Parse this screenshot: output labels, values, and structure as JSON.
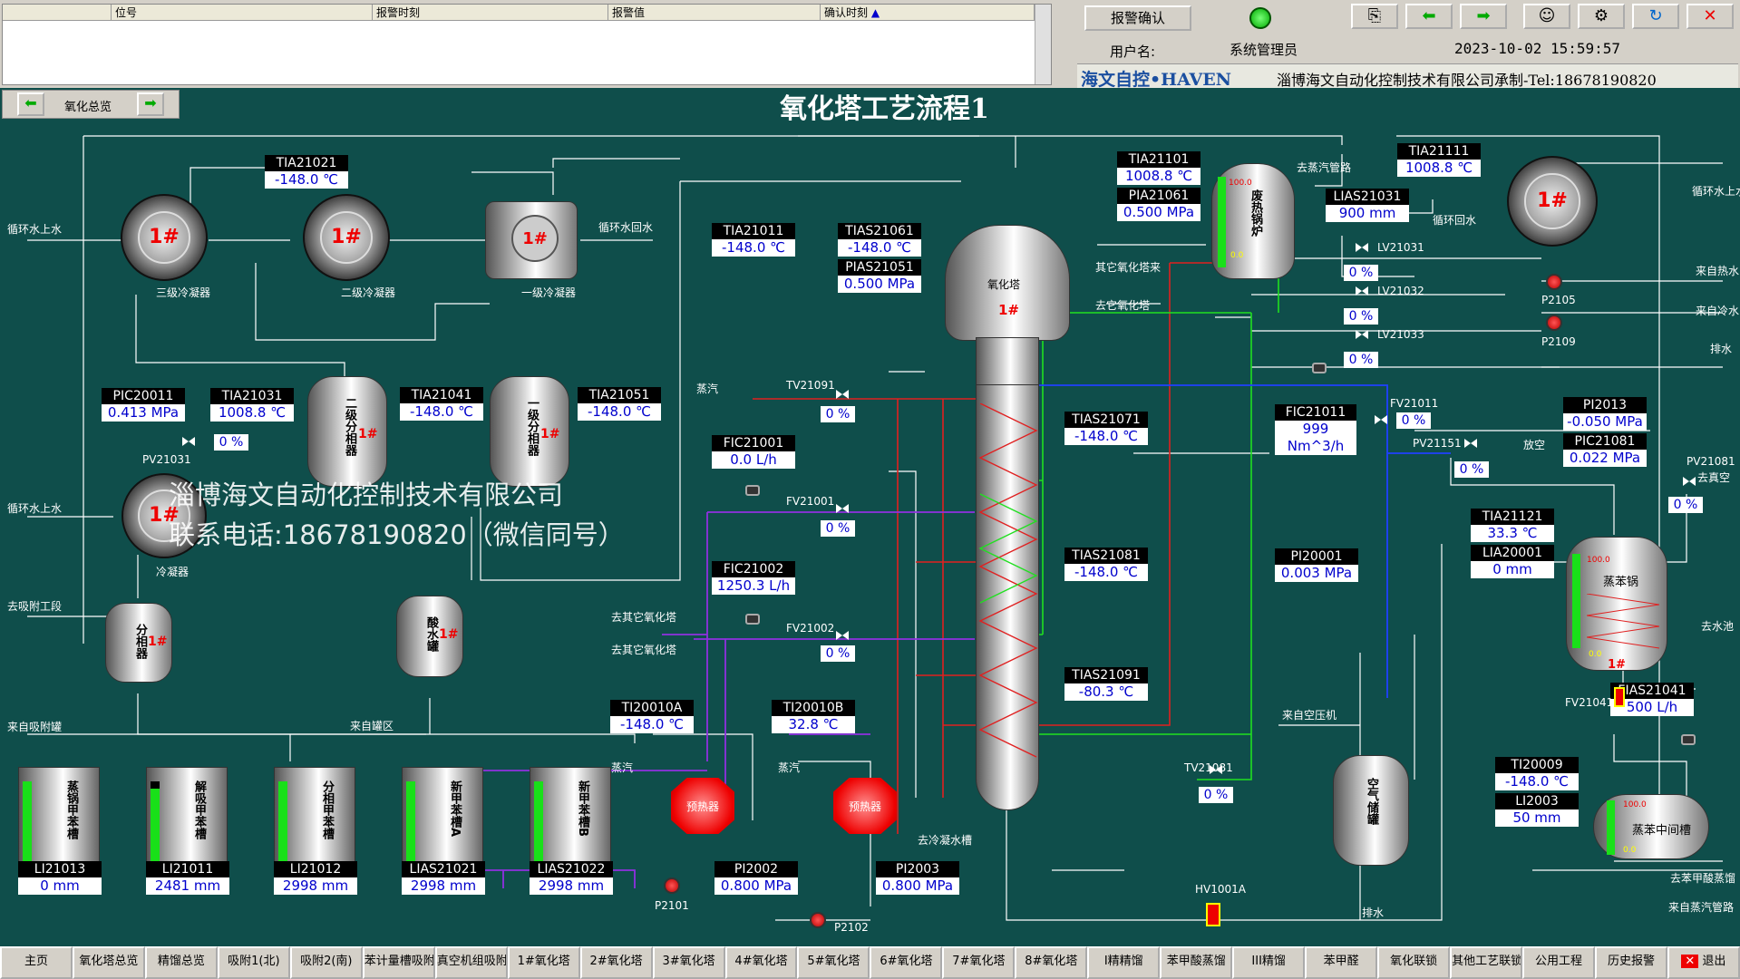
{
  "alarm": {
    "cols": [
      "位号",
      "报警时刻",
      "报警值",
      "确认时刻"
    ]
  },
  "panel": {
    "ack": "报警确认",
    "user_label": "用户名:",
    "user": "系统管理员",
    "datetime": "2023-10-02  15:59:57",
    "brand": "海文自控•HAVEN",
    "company": "淄博海文自动化控制技术有限公司承制-Tel:18678190820"
  },
  "nav": {
    "label": "氧化总览"
  },
  "title": "氧化塔工艺流程1",
  "watermark": {
    "line1": "淄博海文自动化控制技术有限公司",
    "line2": "联系电话:18678190820（微信同号）"
  },
  "tags": {
    "TIA21021": {
      "name": "TIA21021",
      "value": "-148.0 ℃"
    },
    "TIA21011": {
      "name": "TIA21011",
      "value": "-148.0 ℃"
    },
    "TIAS21061": {
      "name": "TIAS21061",
      "value": "-148.0 ℃"
    },
    "PIAS21051": {
      "name": "PIAS21051",
      "value": "0.500 MPa"
    },
    "TIA21101": {
      "name": "TIA21101",
      "value": "1008.8 ℃"
    },
    "PIA21061": {
      "name": "PIA21061",
      "value": "0.500 MPa"
    },
    "LIAS21031": {
      "name": "LIAS21031",
      "value": "900 mm"
    },
    "TIA21111": {
      "name": "TIA21111",
      "value": "1008.8 ℃"
    },
    "PIC20011": {
      "name": "PIC20011",
      "value": "0.413 MPa"
    },
    "TIA21031": {
      "name": "TIA21031",
      "value": "1008.8 ℃"
    },
    "TIA21041": {
      "name": "TIA21041",
      "value": "-148.0 ℃"
    },
    "TIA21051": {
      "name": "TIA21051",
      "value": "-148.0 ℃"
    },
    "FIC21001": {
      "name": "FIC21001",
      "value": "0.0 L/h"
    },
    "TIAS21071": {
      "name": "TIAS21071",
      "value": "-148.0 ℃"
    },
    "FIC21011": {
      "name": "FIC21011",
      "value": "999 Nm^3/h"
    },
    "PI2013": {
      "name": "PI2013",
      "value": "-0.050 MPa"
    },
    "PIC21081": {
      "name": "PIC21081",
      "value": "0.022 MPa"
    },
    "FIC21002": {
      "name": "FIC21002",
      "value": "1250.3 L/h"
    },
    "TIAS21081": {
      "name": "TIAS21081",
      "value": "-148.0 ℃"
    },
    "PI20001": {
      "name": "PI20001",
      "value": "0.003 MPa"
    },
    "TIA21121": {
      "name": "TIA21121",
      "value": "33.3 ℃"
    },
    "LIA20001": {
      "name": "LIA20001",
      "value": "0 mm"
    },
    "TIAS21091": {
      "name": "TIAS21091",
      "value": "-80.3 ℃"
    },
    "TI20010A": {
      "name": "TI20010A",
      "value": "-148.0 ℃"
    },
    "TI20010B": {
      "name": "TI20010B",
      "value": "32.8 ℃"
    },
    "FIAS21041": {
      "name": "FIAS21041",
      "value": "500 L/h"
    },
    "TI20009": {
      "name": "TI20009",
      "value": "-148.0 ℃"
    },
    "LI2003": {
      "name": "LI2003",
      "value": "50 mm"
    },
    "PI2002": {
      "name": "PI2002",
      "value": "0.800 MPa"
    },
    "PI2003": {
      "name": "PI2003",
      "value": "0.800 MPa"
    },
    "LI21013": {
      "name": "LI21013",
      "value": "0 mm"
    },
    "LI21011": {
      "name": "LI21011",
      "value": "2481 mm"
    },
    "LI21012": {
      "name": "LI21012",
      "value": "2998 mm"
    },
    "LIAS21021": {
      "name": "LIAS21021",
      "value": "2998 mm"
    },
    "LIAS21022": {
      "name": "LIAS21022",
      "value": "2998 mm"
    }
  },
  "valves": {
    "PV21031": {
      "name": "PV21031",
      "pct": "0 %"
    },
    "TV21091": {
      "name": "TV21091",
      "pct": "0 %"
    },
    "FV21001": {
      "name": "FV21001",
      "pct": "0 %"
    },
    "FV21002": {
      "name": "FV21002",
      "pct": "0 %"
    },
    "LV21031": {
      "name": "LV21031",
      "pct": "0 %"
    },
    "LV21032": {
      "name": "LV21032",
      "pct": "0 %"
    },
    "LV21033": {
      "name": "LV21033",
      "pct": "0 %"
    },
    "FV21011": {
      "name": "FV21011",
      "pct": "0 %"
    },
    "PV21151": {
      "name": "PV21151",
      "pct": "0 %"
    },
    "PV21081": {
      "name": "PV21081",
      "pct": "0 %"
    },
    "TV21081": {
      "name": "TV21081",
      "pct": "0 %"
    }
  },
  "labels": {
    "cw_in1": "循环水上水",
    "cw_out1": "循环水回水",
    "cw_in2": "循环水上水",
    "cond3": "三级冷凝器",
    "cond2": "二级冷凝器",
    "cond1": "一级冷凝器",
    "cond": "冷凝器",
    "to_adsorb": "去吸附工段",
    "from_adsorb": "来自吸附罐",
    "from_tank": "来自罐区",
    "steam1": "蒸汽",
    "steam2": "蒸汽",
    "steam3": "蒸汽",
    "other_ox_in": "其它氧化塔来",
    "to_other_ox": "去它氧化塔",
    "to_steam_net": "去蒸汽管路",
    "cw_back": "循环回水",
    "cw_in_r": "循环水上水",
    "from_hot": "来自热水",
    "from_cold": "来自冷水",
    "drain": "排水",
    "vent": "放空",
    "to_vacuum": "去真空",
    "to_pool": "去水池",
    "to_other_ox2": "去其它氧化塔",
    "to_other_ox3": "去其它氧化塔",
    "to_cond_tank": "去冷凝水槽",
    "from_compressor": "来自空压机",
    "drain2": "排水",
    "to_benzoic": "去苯甲酸蒸馏",
    "from_steam_net": "来自蒸汽管路",
    "hv": "HV1001A",
    "p2101": "P2101",
    "p2102": "P2102",
    "p2105": "P2105",
    "p2109": "P2109",
    "fv21041": "FV21041"
  },
  "equipment": {
    "tower": "氧化塔",
    "boiler": "废热锅炉",
    "sep2": "二级分相器",
    "sep1": "一级分相器",
    "sep": "分相器",
    "acidtank": "酸水罐",
    "air": "空气储罐",
    "benzene": "蒸苯锅",
    "mid": "蒸苯中间槽",
    "heater1": "预热器",
    "heater2": "预热器",
    "t1": "蒸锅甲苯槽",
    "t2": "解吸甲苯槽",
    "t3": "分相甲苯槽",
    "t4": "新甲苯槽A",
    "t5": "新甲苯槽B",
    "unit": "1#",
    "lev100": "100.0",
    "lev0": "0.0"
  },
  "bottom": [
    "主页",
    "氧化塔总览",
    "精馏总览",
    "吸附1(北)",
    "吸附2(南)",
    "苯计量槽吸附",
    "真空机组吸附",
    "1#氧化塔",
    "2#氧化塔",
    "3#氧化塔",
    "4#氧化塔",
    "5#氧化塔",
    "6#氧化塔",
    "7#氧化塔",
    "8#氧化塔",
    "I精精馏",
    "苯甲酸蒸馏",
    "III精馏",
    "苯甲醛",
    "氧化联锁",
    "其他工艺联锁",
    "公用工程",
    "历史报警",
    "退出"
  ]
}
